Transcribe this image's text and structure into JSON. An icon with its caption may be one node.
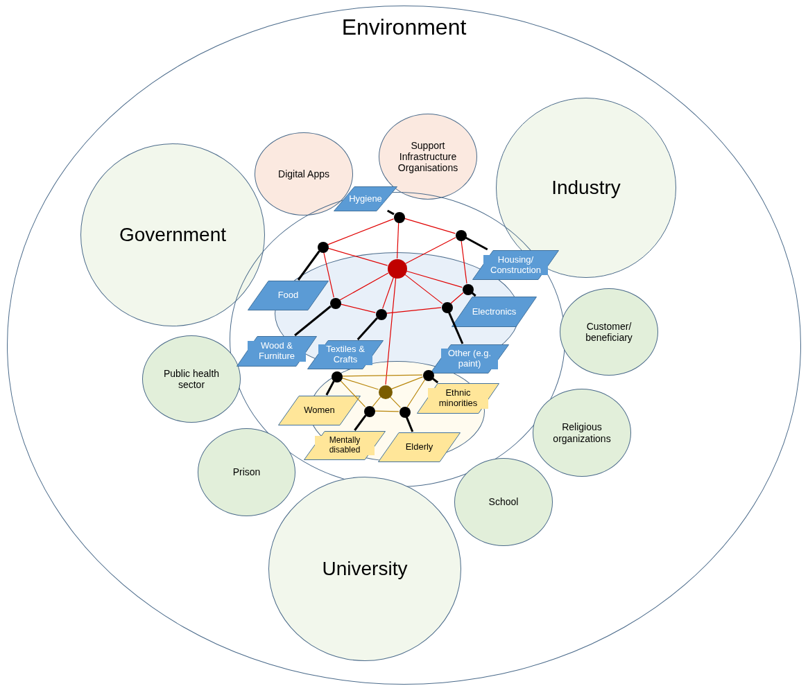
{
  "diagram": {
    "nodes": [
      {
        "text": [
          "Environment"
        ]
      },
      {
        "text": [
          "Digital Apps"
        ],
        "in": 0
      },
      {
        "text": [
          "Support Infrastructure Organisations"
        ],
        "in": 0
      },
      {
        "text": [
          "Industry"
        ],
        "in": 0
      },
      {
        "text": [
          "Government"
        ],
        "in": 0
      },
      {
        "text": [
          "Customer/ beneficiary"
        ],
        "in": 0
      },
      {
        "text": [
          "Public health sector"
        ],
        "in": 0
      },
      {
        "text": [
          "Religious organizations"
        ],
        "in": 0
      },
      {
        "text": [
          "Prison"
        ],
        "in": 0
      },
      {
        "text": [
          "School"
        ],
        "in": 0
      },
      {
        "text": [
          "University"
        ],
        "in": 0
      },
      {
        "text": [],
        "shape": "circle",
        "in": 0
      },
      {
        "text": [
          "Hygiene"
        ],
        "in": 0
      },
      {
        "text": [],
        "shape": "circle",
        "in": 0
      },
      {
        "text": [],
        "shape": "circle",
        "in": 0
      },
      {
        "text": [],
        "shape": "circle",
        "in": 0
      },
      {
        "text": [
          "Housing/ Construction"
        ],
        "in": 0
      },
      {
        "text": [],
        "shape": "circle",
        "in": 0
      },
      {
        "text": [
          "Food"
        ],
        "in": 0
      },
      {
        "text": [],
        "shape": "circle",
        "in": 0
      },
      {
        "text": [],
        "shape": "circle",
        "in": 0
      },
      {
        "text": [],
        "shape": "circle",
        "in": 0
      },
      {
        "text": [
          "Electronics"
        ],
        "in": 0
      },
      {
        "text": [
          "Wood & Furniture"
        ],
        "in": 0
      },
      {
        "text": [
          "Textiles & Crafts"
        ],
        "in": 0
      },
      {
        "text": [
          "Other (e.g. paint)"
        ],
        "in": 0
      },
      {
        "text": [],
        "shape": "circle",
        "in": 0
      },
      {
        "text": [],
        "shape": "circle",
        "in": 0
      },
      {
        "text": [],
        "shape": "circle",
        "in": 0
      },
      {
        "text": [
          "Ethnic minorities"
        ],
        "in": 0
      },
      {
        "text": [
          "Women"
        ],
        "in": 0
      },
      {
        "text": [],
        "shape": "circle",
        "in": 0
      },
      {
        "text": [],
        "shape": "circle",
        "in": 0
      },
      {
        "text": [
          "Mentally disabled"
        ],
        "in": 0
      },
      {
        "text": [
          "Elderly"
        ],
        "in": 0
      }
    ],
    "edges": [
      {
        "from": 14,
        "to": 11,
        "arrow": "none"
      },
      {
        "from": 11,
        "to": 13,
        "arrow": "none"
      },
      {
        "from": 13,
        "to": 17,
        "arrow": "none"
      },
      {
        "from": 17,
        "to": 20,
        "arrow": "none"
      },
      {
        "from": 20,
        "to": 21,
        "arrow": "none"
      },
      {
        "from": 21,
        "to": 19,
        "arrow": "none"
      },
      {
        "from": 19,
        "to": 14,
        "arrow": "none"
      },
      {
        "from": 15,
        "to": 11,
        "arrow": "none"
      },
      {
        "from": 15,
        "to": 14,
        "arrow": "none"
      },
      {
        "from": 15,
        "to": 13,
        "arrow": "none"
      },
      {
        "from": 15,
        "to": 17,
        "arrow": "none"
      },
      {
        "from": 15,
        "to": 19,
        "arrow": "none"
      },
      {
        "from": 15,
        "to": 21,
        "arrow": "none"
      },
      {
        "from": 15,
        "to": 20,
        "arrow": "none"
      },
      {
        "from": 15,
        "to": 28,
        "arrow": "none"
      },
      {
        "from": 26,
        "to": 27,
        "arrow": "none",
        "color": "#b8860b"
      },
      {
        "from": 28,
        "to": 26,
        "arrow": "none",
        "color": "#b8860b"
      },
      {
        "from": 28,
        "to": 27,
        "arrow": "none",
        "color": "#b8860b"
      },
      {
        "from": 28,
        "to": 31,
        "arrow": "none",
        "color": "#b8860b"
      },
      {
        "from": 28,
        "to": 32,
        "arrow": "none",
        "color": "#b8860b"
      },
      {
        "from": 26,
        "to": 31,
        "arrow": "none",
        "color": "#b8860b"
      },
      {
        "from": 31,
        "to": 32,
        "arrow": "none",
        "color": "#b8860b"
      },
      {
        "from": 32,
        "to": 27,
        "arrow": "none",
        "color": "#b8860b"
      },
      {
        "from": 11,
        "to": 12,
        "arrow": "none",
        "style": "thick",
        "color": "#000000"
      },
      {
        "from": 13,
        "to": 16,
        "arrow": "none",
        "style": "thick",
        "color": "#000000"
      },
      {
        "from": 14,
        "to": 18,
        "arrow": "none",
        "style": "thick",
        "color": "#000000"
      },
      {
        "from": 17,
        "to": 22,
        "arrow": "none",
        "style": "thick",
        "color": "#000000"
      },
      {
        "from": 19,
        "to": 23,
        "arrow": "none",
        "style": "thick",
        "color": "#000000"
      },
      {
        "from": 21,
        "to": 24,
        "arrow": "none",
        "style": "thick",
        "color": "#000000"
      },
      {
        "from": 20,
        "to": 25,
        "arrow": "none",
        "style": "thick",
        "color": "#000000"
      },
      {
        "from": 26,
        "to": 30,
        "arrow": "none",
        "style": "thick",
        "color": "#000000"
      },
      {
        "from": 27,
        "to": 29,
        "arrow": "none",
        "style": "thick",
        "color": "#000000"
      },
      {
        "from": 31,
        "to": 33,
        "arrow": "none",
        "style": "thick",
        "color": "#000000"
      },
      {
        "from": 32,
        "to": 34,
        "arrow": "none",
        "style": "thick",
        "color": "#000000"
      }
    ]
  }
}
